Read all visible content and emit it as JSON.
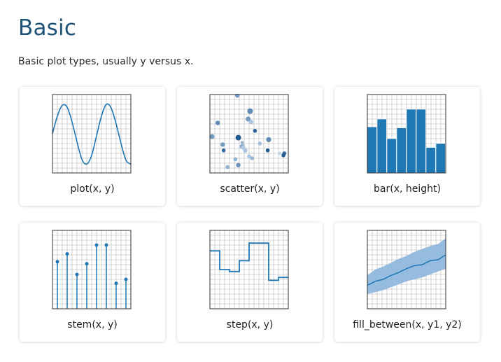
{
  "page": {
    "title": "Basic",
    "subtitle": "Basic plot types, usually y versus x."
  },
  "colors": {
    "accent": "#1f77b4",
    "title": "#1c5276",
    "grid": "#b0b0b0",
    "fill": "#8bb6dc"
  },
  "cards": [
    {
      "caption": "plot(x, y)"
    },
    {
      "caption": "scatter(x, y)"
    },
    {
      "caption": "bar(x, height)"
    },
    {
      "caption": "stem(x, y)"
    },
    {
      "caption": "step(x, y)"
    },
    {
      "caption": "fill_between(x, y1, y2)"
    }
  ],
  "chart_data": [
    {
      "type": "line",
      "x": [
        0,
        0.5,
        1,
        1.5,
        2,
        2.5,
        3,
        3.5,
        4,
        4.5,
        5,
        5.5,
        6,
        6.5,
        7,
        7.5,
        8
      ],
      "y": [
        4.0,
        5.8,
        6.9,
        6.7,
        5.2,
        3.2,
        1.4,
        0.9,
        1.8,
        3.8,
        5.8,
        7.0,
        6.6,
        5.0,
        3.0,
        1.3,
        0.9
      ],
      "xlim": [
        0,
        8
      ],
      "ylim": [
        0,
        8
      ],
      "grid": true
    },
    {
      "type": "scatter",
      "points": [
        {
          "x": 2.8,
          "y": 7.9,
          "s": 0.4,
          "c": 0.5
        },
        {
          "x": 4.1,
          "y": 6.3,
          "s": 0.6,
          "c": 0.6
        },
        {
          "x": 3.9,
          "y": 5.5,
          "s": 0.5,
          "c": 0.5
        },
        {
          "x": 4.2,
          "y": 5.2,
          "s": 0.4,
          "c": 0.2
        },
        {
          "x": 4.6,
          "y": 4.3,
          "s": 0.3,
          "c": 0.9
        },
        {
          "x": 0.8,
          "y": 5.1,
          "s": 0.4,
          "c": 0.6
        },
        {
          "x": 0.2,
          "y": 3.7,
          "s": 0.5,
          "c": 0.5
        },
        {
          "x": 2.9,
          "y": 3.6,
          "s": 0.6,
          "c": 0.95
        },
        {
          "x": 3.3,
          "y": 2.7,
          "s": 0.5,
          "c": 0.4
        },
        {
          "x": 3.4,
          "y": 2.6,
          "s": 0.4,
          "c": 0.15
        },
        {
          "x": 3.6,
          "y": 2.3,
          "s": 0.4,
          "c": 0.2
        },
        {
          "x": 3.3,
          "y": 3.1,
          "s": 0.2,
          "c": 0.3
        },
        {
          "x": 5.1,
          "y": 3.0,
          "s": 0.3,
          "c": 0.25
        },
        {
          "x": 6.0,
          "y": 3.4,
          "s": 0.5,
          "c": 0.6
        },
        {
          "x": 5.9,
          "y": 2.3,
          "s": 0.3,
          "c": 0.95
        },
        {
          "x": 1.3,
          "y": 2.9,
          "s": 0.4,
          "c": 0.5
        },
        {
          "x": 1.4,
          "y": 2.3,
          "s": 0.3,
          "c": 0.85
        },
        {
          "x": 2.6,
          "y": 1.4,
          "s": 0.3,
          "c": 0.35
        },
        {
          "x": 4.0,
          "y": 1.7,
          "s": 0.3,
          "c": 0.2
        },
        {
          "x": 4.3,
          "y": 1.5,
          "s": 0.3,
          "c": 0.3
        },
        {
          "x": 1.8,
          "y": 0.6,
          "s": 0.3,
          "c": 0.35
        },
        {
          "x": 2.9,
          "y": 0.8,
          "s": 0.4,
          "c": 0.55
        },
        {
          "x": 7.1,
          "y": 2.0,
          "s": 0.2,
          "c": 0.1
        },
        {
          "x": 7.6,
          "y": 2.0,
          "s": 0.3,
          "c": 0.85
        },
        {
          "x": 7.5,
          "y": 1.8,
          "s": 0.3,
          "c": 0.9
        }
      ],
      "xlim": [
        0,
        8
      ],
      "ylim": [
        0,
        8
      ],
      "grid": true
    },
    {
      "type": "bar",
      "categories": [
        "0.5",
        "1.5",
        "2.5",
        "3.5",
        "4.5",
        "5.5",
        "6.5",
        "7.5"
      ],
      "values": [
        4.7,
        5.5,
        3.5,
        4.6,
        6.5,
        6.5,
        2.6,
        3.0
      ],
      "xlim": [
        0,
        8
      ],
      "ylim": [
        0,
        8
      ],
      "grid": true
    },
    {
      "type": "stem",
      "x": [
        0.5,
        1.5,
        2.5,
        3.5,
        4.5,
        5.5,
        6.5,
        7.5
      ],
      "y": [
        4.8,
        5.6,
        3.5,
        4.6,
        6.5,
        6.5,
        2.6,
        3.0
      ],
      "xlim": [
        0,
        8
      ],
      "ylim": [
        0,
        8
      ],
      "grid": true
    },
    {
      "type": "line",
      "step": "mid",
      "x": [
        0.5,
        1.5,
        2.5,
        3.5,
        4.5,
        5.5,
        6.5,
        7.5
      ],
      "y": [
        5.9,
        4.0,
        3.8,
        4.9,
        6.7,
        6.7,
        2.9,
        3.2
      ],
      "xlim": [
        0,
        8
      ],
      "ylim": [
        0,
        8
      ],
      "grid": true
    },
    {
      "type": "area",
      "x": [
        0,
        0.8,
        1.6,
        2.4,
        3.2,
        4.0,
        4.8,
        5.6,
        6.4,
        7.2,
        8.0
      ],
      "y": [
        2.4,
        2.8,
        3.0,
        3.4,
        3.7,
        4.1,
        4.4,
        4.5,
        4.9,
        5.0,
        5.5
      ],
      "y1": [
        1.5,
        1.7,
        1.9,
        2.2,
        2.5,
        2.8,
        3.0,
        3.2,
        3.5,
        3.8,
        4.1
      ],
      "y2": [
        3.4,
        4.0,
        4.3,
        4.7,
        5.1,
        5.4,
        5.8,
        6.1,
        6.4,
        6.6,
        7.2
      ],
      "xlim": [
        0,
        8
      ],
      "ylim": [
        0,
        8
      ],
      "grid": true
    }
  ]
}
